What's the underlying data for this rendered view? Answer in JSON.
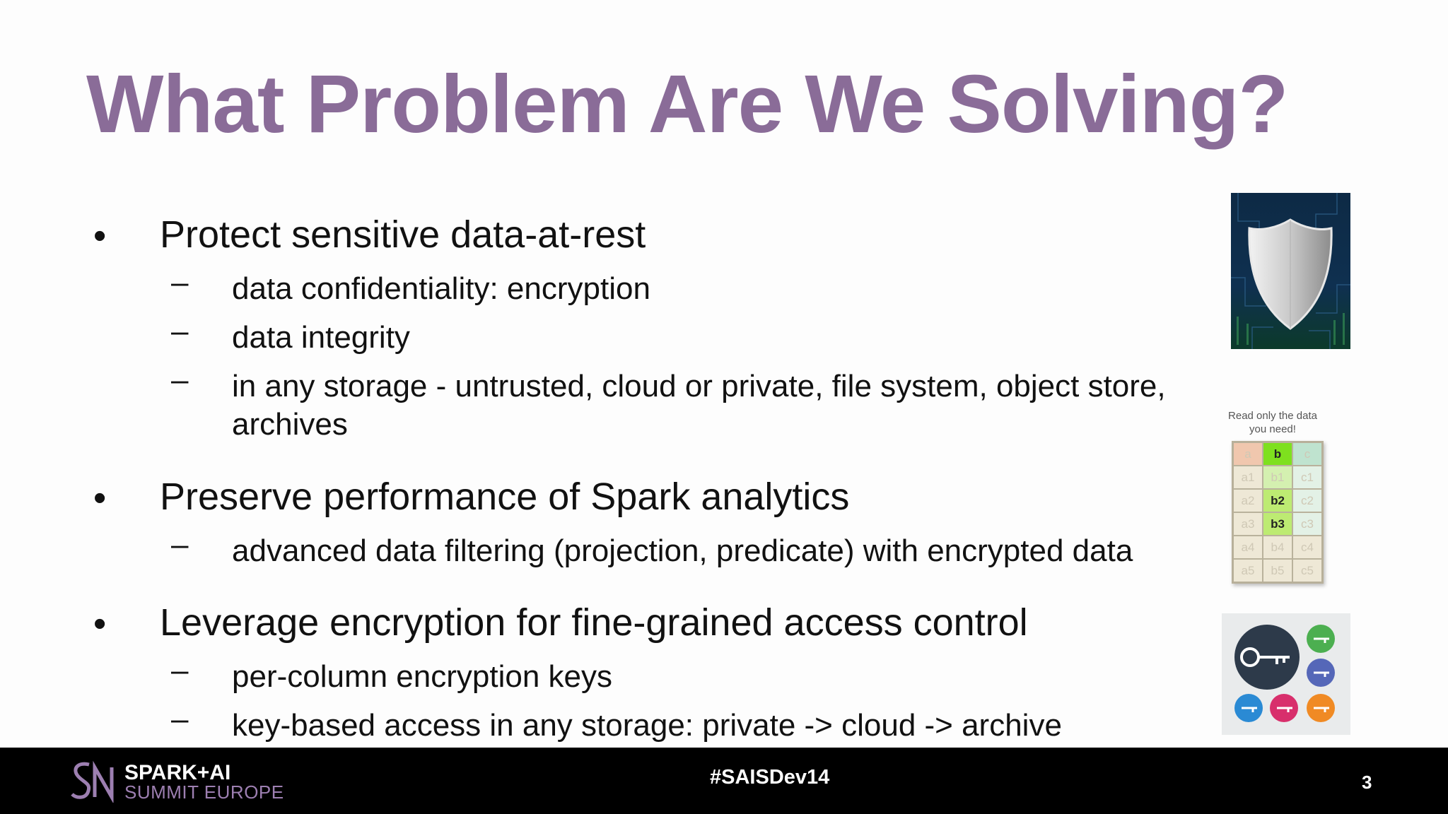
{
  "title": "What Problem Are We Solving?",
  "bullets": [
    {
      "text": "Protect sensitive data-at-rest",
      "subs": [
        "data confidentiality: encryption",
        "data integrity",
        "in any storage - untrusted, cloud or private, file system, object store, archives"
      ]
    },
    {
      "text": "Preserve performance of Spark analytics",
      "subs": [
        "advanced data filtering (projection, predicate) with encrypted data"
      ]
    },
    {
      "text": "Leverage encryption for fine-grained access control",
      "subs": [
        "per-column encryption keys",
        "key-based access in any storage: private -> cloud -> archive"
      ]
    }
  ],
  "bullet_char": "•",
  "dash_char": "–",
  "images": {
    "shield": "shield-icon",
    "column_grid": {
      "caption": "Read only the data you need!",
      "rows": [
        [
          "a",
          "b",
          "c"
        ],
        [
          "a1",
          "b1",
          "c1"
        ],
        [
          "a2",
          "b2",
          "c2"
        ],
        [
          "a3",
          "b3",
          "c3"
        ],
        [
          "a4",
          "b4",
          "c4"
        ],
        [
          "a5",
          "b5",
          "c5"
        ]
      ]
    },
    "keys": "keys-icon"
  },
  "footer": {
    "brand_line1": "SPARK+AI",
    "brand_line2": "SUMMIT EUROPE",
    "hashtag": "#SAISDev14",
    "page_number": "3"
  },
  "colors": {
    "title": "#8a6c98",
    "footer_bg": "#000000",
    "brand_purple": "#9d7fb1",
    "grid_highlight_header": "#7ee01e",
    "grid_highlight": "#bdeb72",
    "grid_teal": "#bfe3cf"
  }
}
